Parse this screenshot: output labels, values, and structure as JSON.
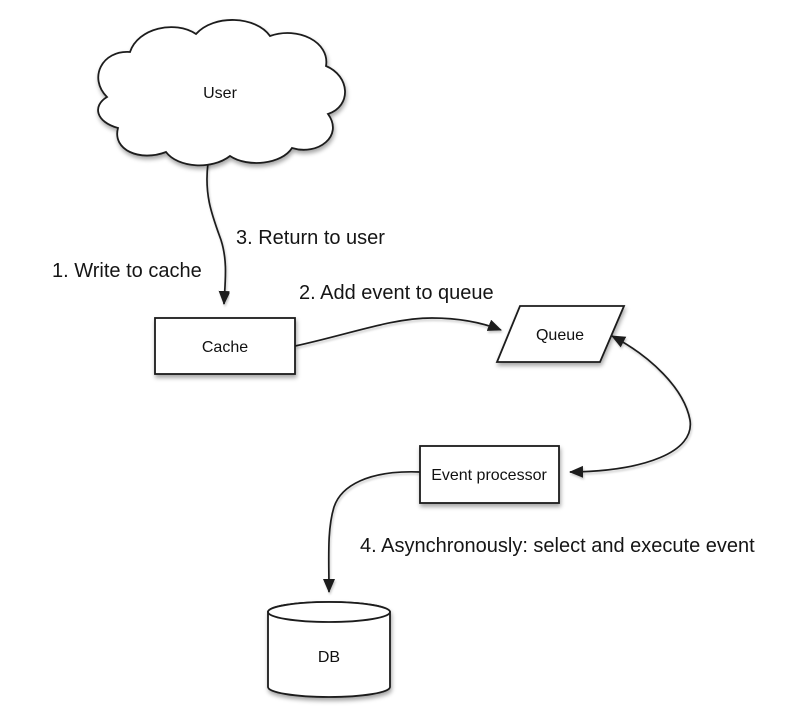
{
  "diagram": {
    "type": "flow-diagram",
    "background_color": "#ffffff",
    "stroke_color": "#1c1c1c",
    "text_color": "#111111",
    "shape_fill_color": "#ffffff",
    "nodes": {
      "user": {
        "label": "User",
        "shape": "cloud"
      },
      "cache": {
        "label": "Cache",
        "shape": "rectangle"
      },
      "queue": {
        "label": "Queue",
        "shape": "parallelogram"
      },
      "event_processor": {
        "label": "Event processor",
        "shape": "rectangle"
      },
      "db": {
        "label": "DB",
        "shape": "cylinder"
      }
    },
    "annotations": {
      "step1": "1. Write to cache",
      "step2": "2. Add event to queue",
      "step3": "3. Return to user",
      "step4": "4. Asynchronously: select and execute event"
    },
    "edges": [
      {
        "from": "user",
        "to": "cache",
        "arrowheads": "end"
      },
      {
        "from": "cache",
        "to": "queue",
        "arrowheads": "end"
      },
      {
        "from": "queue",
        "to": "event_processor",
        "arrowheads": "both"
      },
      {
        "from": "event_processor",
        "to": "db",
        "arrowheads": "end"
      }
    ]
  }
}
